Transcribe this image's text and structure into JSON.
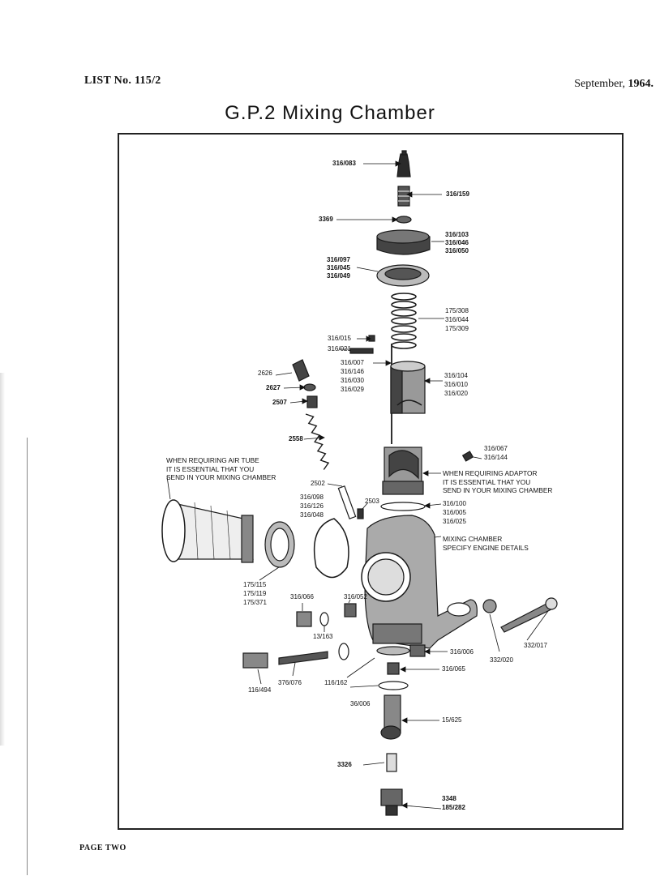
{
  "header": {
    "list_label": "LIST  No.  115/2",
    "date_label": "September,",
    "date_year": "1964."
  },
  "title": "G.P.2  Mixing  Chamber",
  "footer": "PAGE  TWO",
  "part_labels": {
    "p316_083": "316/083",
    "p316_159": "316/159",
    "p3369": "3369",
    "cap_parts": [
      "316/103",
      "316/046",
      "316/050"
    ],
    "collar_parts": [
      "316/097",
      "316/045",
      "316/049"
    ],
    "spring_parts": [
      "175/308",
      "316/044",
      "175/309"
    ],
    "p316_015": "316/015",
    "p316_021": "316/021",
    "needle_parts": [
      "316/007",
      "316/146",
      "316/030",
      "316/029"
    ],
    "slide_parts": [
      "316/104",
      "316/010",
      "316/020"
    ],
    "p2626": "2626",
    "p2627": "2627",
    "p2507": "2507",
    "p2558": "2558",
    "tube_parts": [
      "316/067",
      "316/144"
    ],
    "p2502": "2502",
    "clip_parts": [
      "316/098",
      "316/126",
      "316/048"
    ],
    "p2503": "2503",
    "gasket_parts": [
      "316/100",
      "316/005",
      "316/025"
    ],
    "bell_parts": [
      "175/115",
      "175/119",
      "175/371"
    ],
    "p316_066": "316/066",
    "p316_052": "316/052",
    "p13_163": "13/163",
    "p332_017": "332/017",
    "p332_020": "332/020",
    "p316_006": "316/006",
    "p316_065": "316/065",
    "p376_076": "376/076",
    "p116_162": "116/162",
    "p116_494": "116/494",
    "p36_006": "36/006",
    "p15_625": "15/625",
    "p3326": "3326",
    "p3348": "3348",
    "p185_282": "185/282"
  },
  "notes": {
    "air_tube": "WHEN REQUIRING AIR TUBE\nIT IS ESSENTIAL THAT YOU\nSEND IN YOUR MIXING CHAMBER",
    "adaptor": "WHEN REQUIRING ADAPTOR\nIT IS ESSENTIAL THAT YOU\nSEND IN YOUR MIXING CHAMBER",
    "mixing_chamber": "MIXING CHAMBER\nSPECIFY ENGINE DETAILS"
  }
}
